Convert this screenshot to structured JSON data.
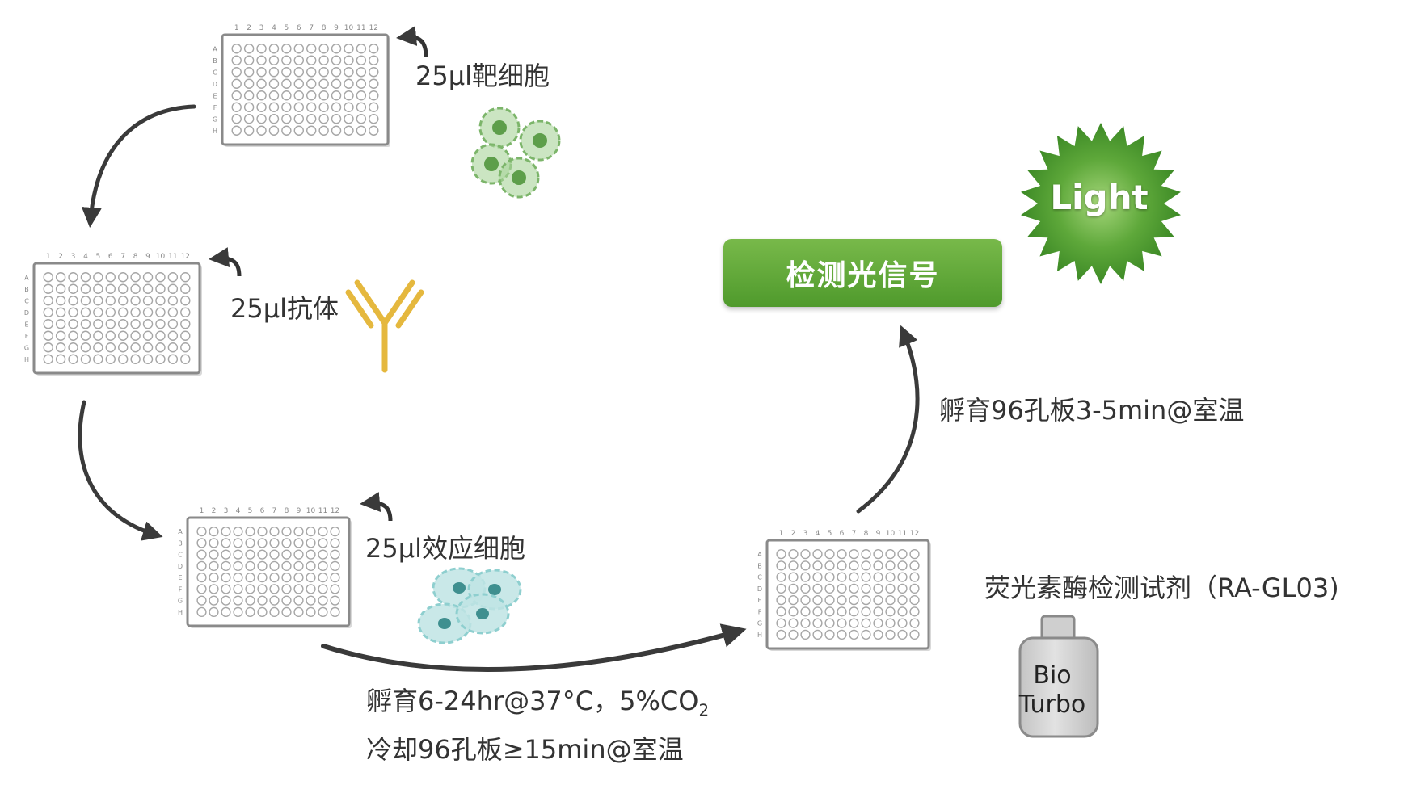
{
  "step_target": {
    "label": "25μl靶细胞"
  },
  "step_antibody": {
    "label": "25μl抗体"
  },
  "step_effector": {
    "label": "25μl效应细胞"
  },
  "incubation": {
    "line1_main": "孵育6-24hr@37°C，5%CO",
    "line1_sub": "2",
    "line2": "冷却96孔板≥15min@室温"
  },
  "reagent": {
    "label": "荧光素酶检测试剂（RA-GL03)"
  },
  "bottle": {
    "line1": "Bio",
    "line2": "Turbo"
  },
  "incubate_read": {
    "label": "孵育96孔板3-5min@室温"
  },
  "detect_button": {
    "label": "检测光信号"
  },
  "light_burst": {
    "label": "Light"
  },
  "plate": {
    "columns": [
      "1",
      "2",
      "3",
      "4",
      "5",
      "6",
      "7",
      "8",
      "9",
      "10",
      "11",
      "12"
    ],
    "rows": [
      "A",
      "B",
      "C",
      "D",
      "E",
      "F",
      "G",
      "H"
    ]
  },
  "colors": {
    "arrow": "#3a3a3a",
    "target_cell": "#8cc078",
    "effector_cell": "#8ecfcf",
    "antibody": "#e5b83e",
    "button": "#5fa83a",
    "light": "#5aa33a",
    "bottle": "#d2d2d2"
  }
}
